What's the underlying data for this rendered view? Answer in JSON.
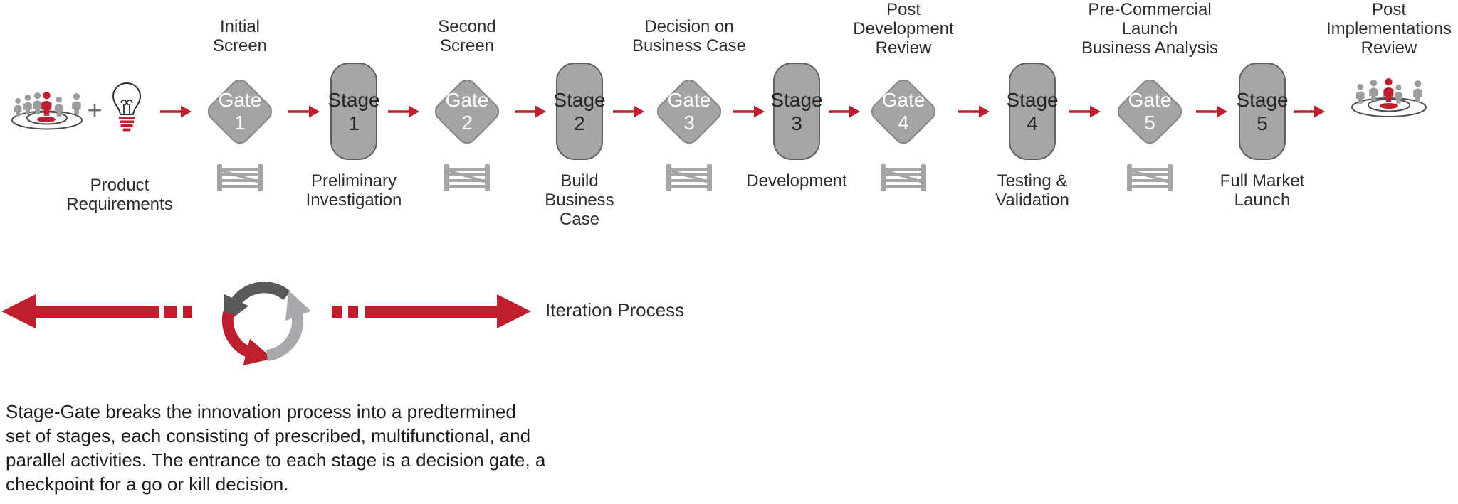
{
  "colors": {
    "red": "#be1e2d",
    "shape_fill": "#a6a6a6",
    "gate_border": "#868686",
    "stage_border": "#606060",
    "arc_dark": "#58595b",
    "arc_light": "#a7a9ac",
    "gate_text": "#ffffff",
    "label_text": "#2e2e2e"
  },
  "start": {
    "plus": "+"
  },
  "top_labels": [
    {
      "text": "Initial\nScreen"
    },
    {
      "text": "Second\nScreen"
    },
    {
      "text": "Decision on\nBusiness Case"
    },
    {
      "text": "Post\nDevelopment\nReview"
    },
    {
      "text": "Pre-Commercial\nLaunch\nBusiness Analysis"
    },
    {
      "text": "Post\nImplementations\nReview"
    }
  ],
  "gates": [
    {
      "label": "Gate\n1"
    },
    {
      "label": "Gate\n2"
    },
    {
      "label": "Gate\n3"
    },
    {
      "label": "Gate\n4"
    },
    {
      "label": "Gate\n5"
    }
  ],
  "stages": [
    {
      "label": "Stage\n1"
    },
    {
      "label": "Stage\n2"
    },
    {
      "label": "Stage\n3"
    },
    {
      "label": "Stage\n4"
    },
    {
      "label": "Stage\n5"
    }
  ],
  "bottom_labels": [
    {
      "text": "Product\nRequirements"
    },
    {
      "text": "Preliminary\nInvestigation"
    },
    {
      "text": "Build\nBusiness\nCase"
    },
    {
      "text": "Development"
    },
    {
      "text": "Testing &\nValidation"
    },
    {
      "text": "Full Market\nLaunch"
    }
  ],
  "iteration": {
    "label": "Iteration Process"
  },
  "description": "Stage-Gate breaks the innovation process into a predtermined\nset of stages, each consisting of prescribed, multifunctional, and\nparallel activities. The entrance to each stage is a decision gate, a\ncheckpoint for a go or kill decision."
}
